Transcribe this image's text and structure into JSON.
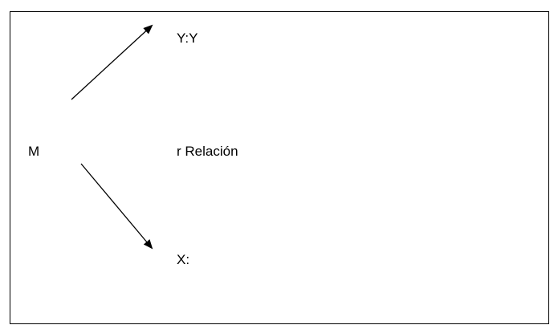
{
  "diagram": {
    "nodes": {
      "m": "M",
      "y": "Y:Y",
      "relation": "r Relación",
      "x": "X:"
    },
    "edges": [
      {
        "from": "m",
        "to": "y"
      },
      {
        "from": "m",
        "to": "x"
      }
    ],
    "colors": {
      "stroke": "#000000",
      "background": "#ffffff"
    }
  }
}
